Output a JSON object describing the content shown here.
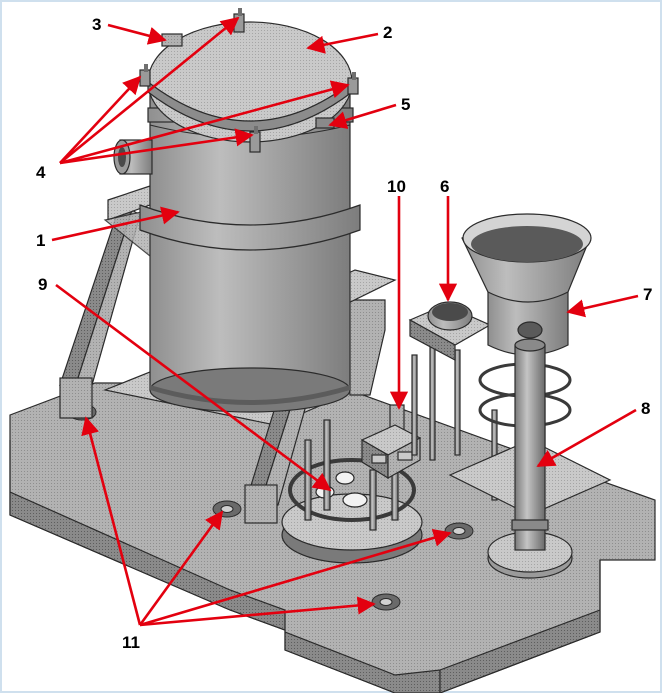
{
  "diagram": {
    "colors": {
      "background": "#ffffff",
      "frame": "#cfe0ee",
      "metal_light": "#b9b9b9",
      "metal_mid": "#9c9c9c",
      "metal_dark": "#6e6e6e",
      "edge": "#2b2b2b",
      "leader_arrow": "#e3000f",
      "label_text": "#000000"
    },
    "callouts": [
      {
        "id": "c3",
        "text": "3"
      },
      {
        "id": "c2",
        "text": "2"
      },
      {
        "id": "c5",
        "text": "5"
      },
      {
        "id": "c4",
        "text": "4"
      },
      {
        "id": "c10",
        "text": "10"
      },
      {
        "id": "c6",
        "text": "6"
      },
      {
        "id": "c1",
        "text": "1"
      },
      {
        "id": "c9",
        "text": "9"
      },
      {
        "id": "c7",
        "text": "7"
      },
      {
        "id": "c8",
        "text": "8"
      },
      {
        "id": "c11",
        "text": "11"
      }
    ]
  }
}
